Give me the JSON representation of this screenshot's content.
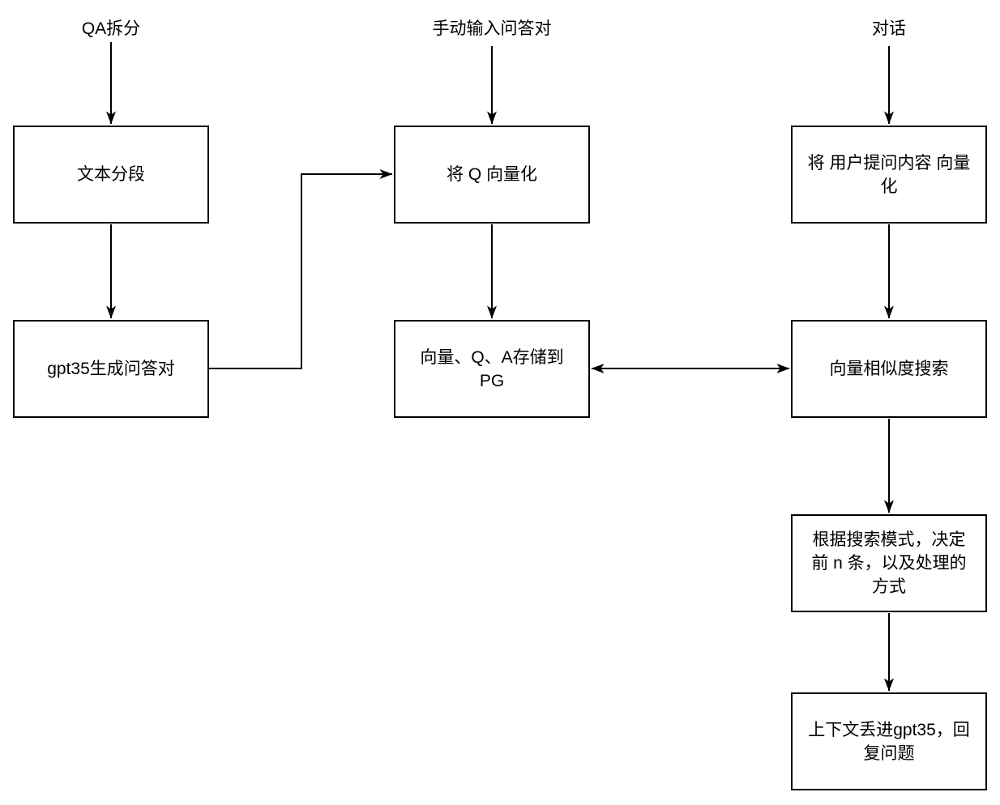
{
  "diagram": {
    "type": "flowchart",
    "background_color": "#ffffff",
    "line_color": "#000000",
    "box_fill_color": "#ffffff",
    "labels": [
      {
        "id": "qa-split",
        "text": "QA拆分"
      },
      {
        "id": "manual-input",
        "text": "手动输入问答对"
      },
      {
        "id": "dialog",
        "text": "对话"
      }
    ],
    "nodes": [
      {
        "id": "text-segment",
        "text": "文本分段"
      },
      {
        "id": "gpt35-generate-qa",
        "text": "gpt35生成问答对"
      },
      {
        "id": "vectorize-q",
        "text": "将 Q 向量化"
      },
      {
        "id": "store-to-pg",
        "text": "向量、Q、A存储到\nPG"
      },
      {
        "id": "vectorize-user-question",
        "text": "将 用户提问内容 向量\n化"
      },
      {
        "id": "vector-similarity-search",
        "text": "向量相似度搜索"
      },
      {
        "id": "search-mode-decide",
        "text": "根据搜索模式，决定\n前 n 条，以及处理的\n方式"
      },
      {
        "id": "context-to-gpt35",
        "text": "上下文丢进gpt35，回\n复问题"
      }
    ],
    "edges": [
      {
        "from": "QA拆分",
        "to": "文本分段",
        "type": "arrow"
      },
      {
        "from": "文本分段",
        "to": "gpt35生成问答对",
        "type": "arrow"
      },
      {
        "from": "gpt35生成问答对",
        "to": "将 Q 向量化",
        "type": "arrow"
      },
      {
        "from": "手动输入问答对",
        "to": "将 Q 向量化",
        "type": "arrow"
      },
      {
        "from": "将 Q 向量化",
        "to": "向量、Q、A存储到PG",
        "type": "arrow"
      },
      {
        "from": "向量、Q、A存储到PG",
        "to": "向量相似度搜索",
        "type": "double-arrow"
      },
      {
        "from": "对话",
        "to": "将 用户提问内容 向量化",
        "type": "arrow"
      },
      {
        "from": "将 用户提问内容 向量化",
        "to": "向量相似度搜索",
        "type": "arrow"
      },
      {
        "from": "向量相似度搜索",
        "to": "根据搜索模式，决定前 n 条，以及处理的方式",
        "type": "arrow"
      },
      {
        "from": "根据搜索模式，决定前 n 条，以及处理的方式",
        "to": "上下文丢进gpt35，回复问题",
        "type": "arrow"
      }
    ]
  }
}
